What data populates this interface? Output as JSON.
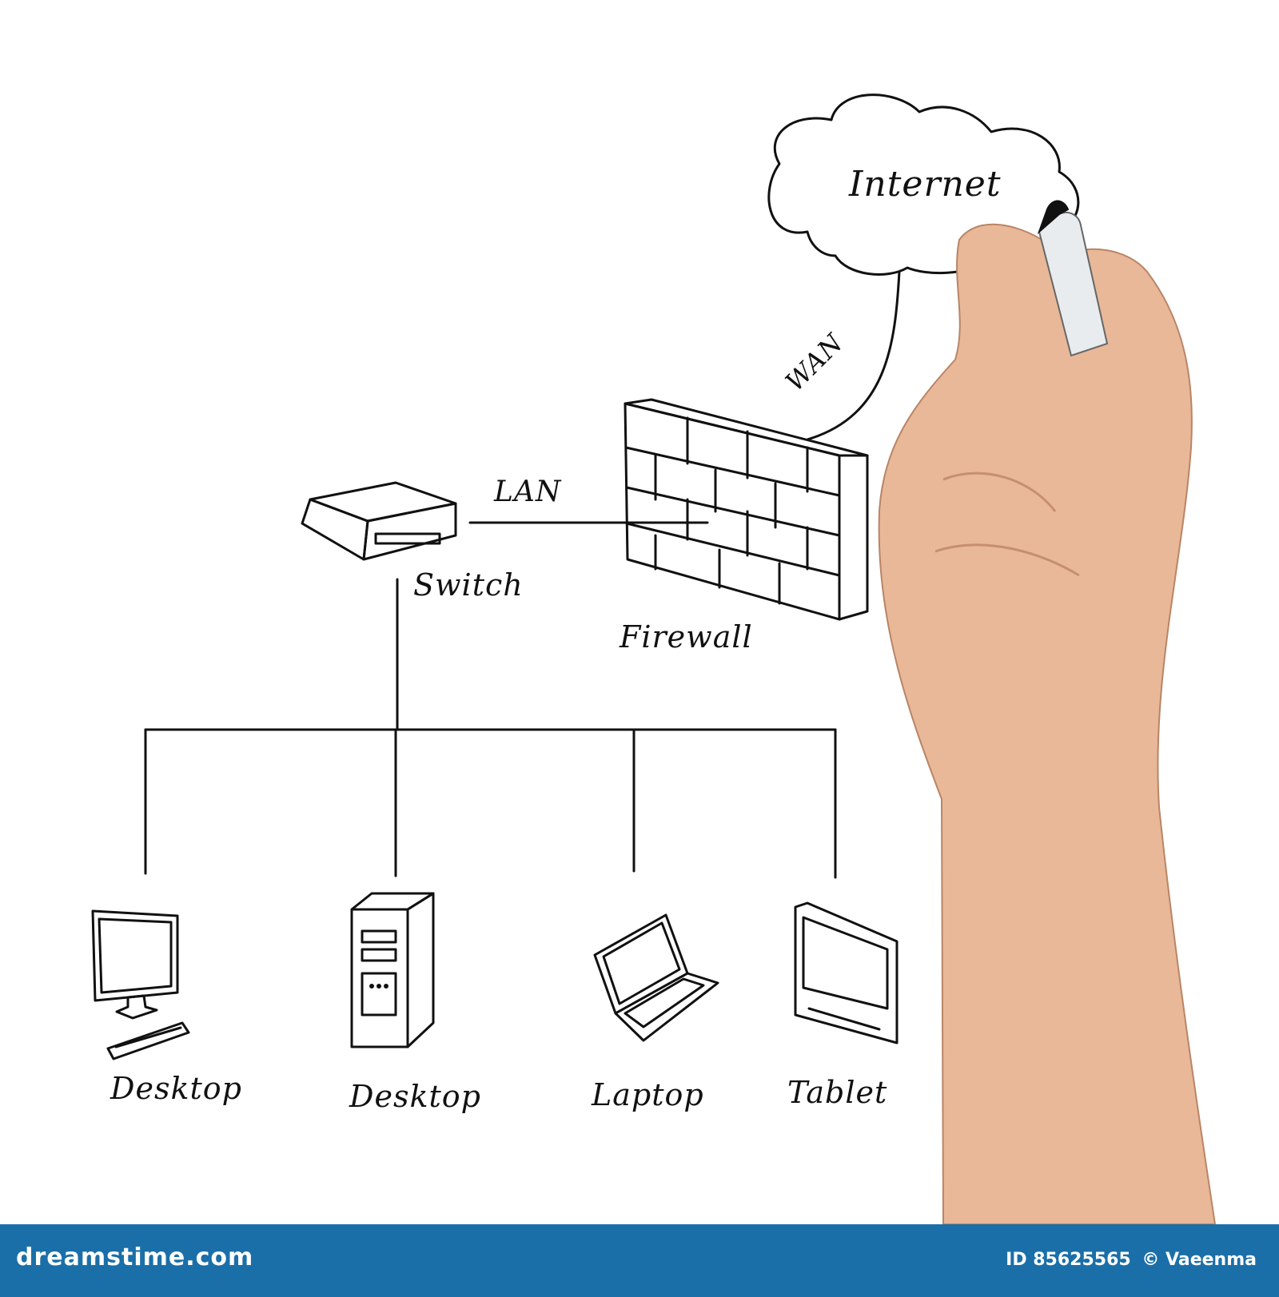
{
  "nodes": {
    "internet": "Internet",
    "wan": "WAN",
    "lan": "LAN",
    "switch": "Switch",
    "firewall": "Firewall",
    "desktop_1": "Desktop",
    "desktop_2": "Desktop",
    "laptop": "Laptop",
    "tablet": "Tablet"
  },
  "footer": {
    "brand": "dreamstime.com",
    "id": "ID 85625565",
    "credit": "© Vaeenma"
  },
  "colors": {
    "ink": "#111111",
    "footer_bg": "#1b6fa8",
    "skin": "#e8b898"
  }
}
